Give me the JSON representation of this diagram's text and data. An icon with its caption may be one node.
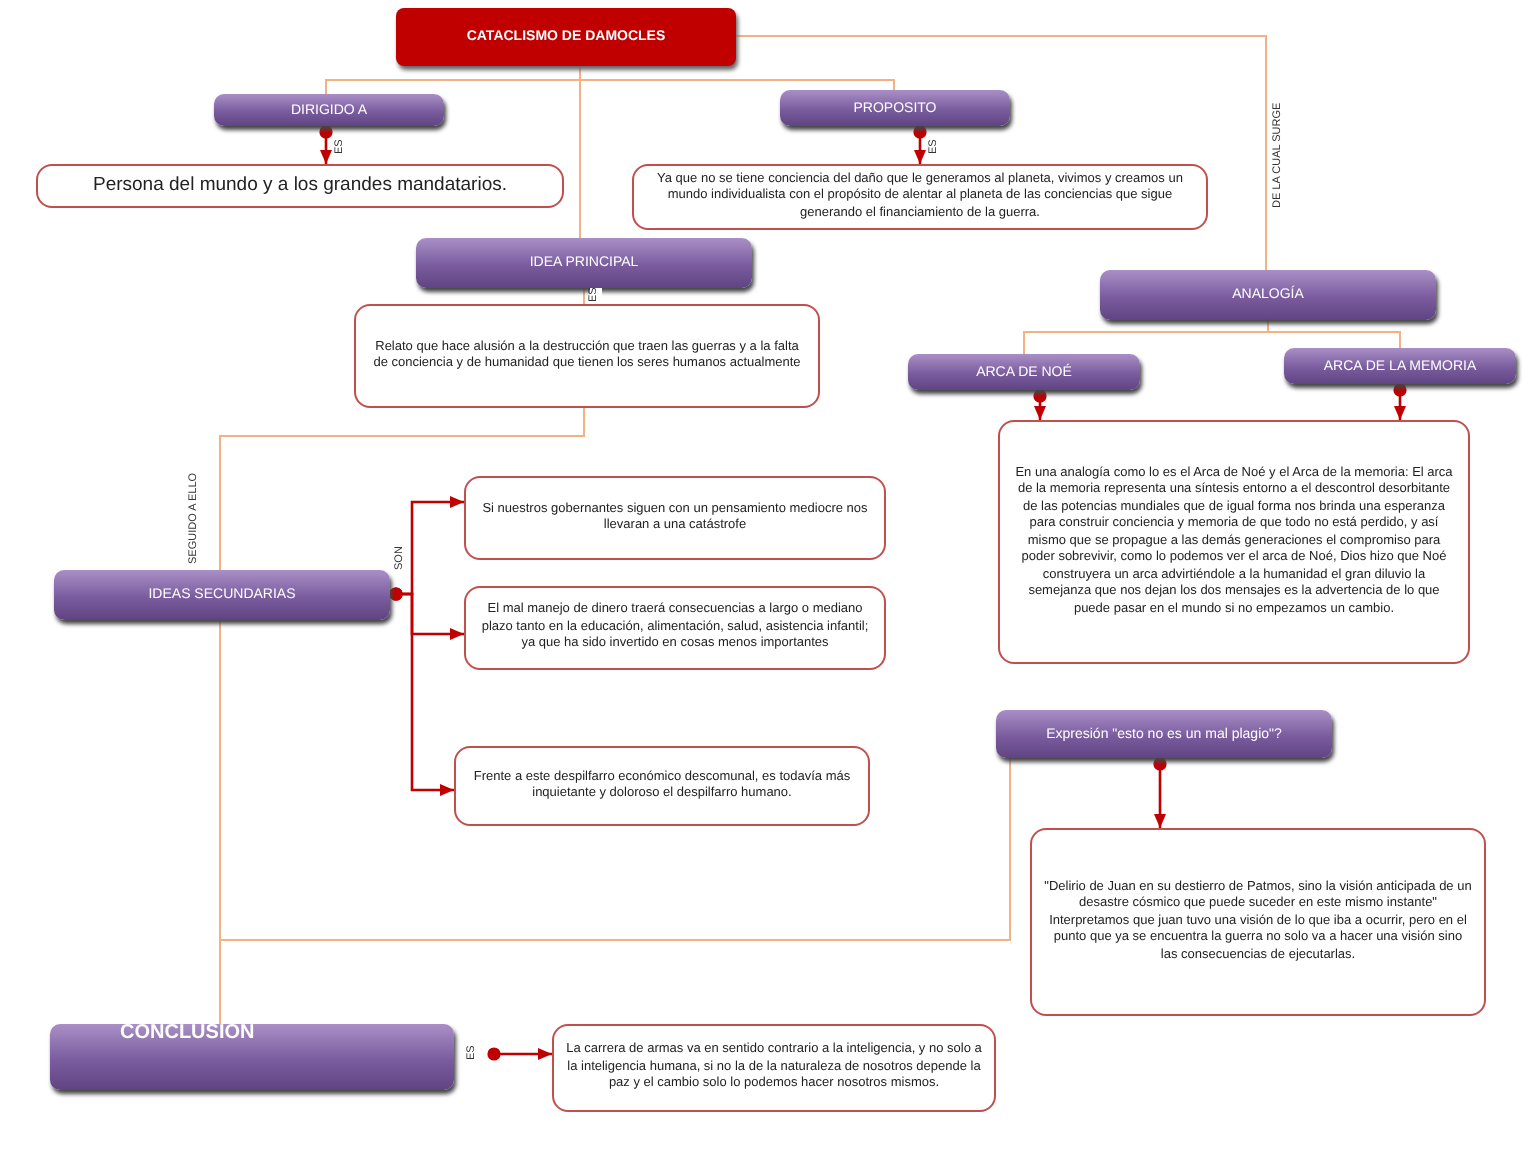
{
  "diagram": {
    "nodes": [
      {
        "text": [
          "CATACLISMO DE DAMOCLES"
        ]
      },
      {
        "text": [
          "DIRIGIDO A"
        ]
      },
      {
        "text": [
          "Persona del mundo y a los grandes mandatarios."
        ]
      },
      {
        "text": [
          "PROPOSITO"
        ]
      },
      {
        "text": [
          "Ya que no se tiene conciencia del daño que le generamos al planeta, vivimos y creamos un mundo individualista con el propósito de alentar al planeta de las conciencias que sigue generando el financiamiento de la guerra."
        ]
      },
      {
        "text": [
          "IDEA PRINCIPAL"
        ]
      },
      {
        "text": [
          "Relato que hace alusión a la destrucción que traen las guerras y a la falta de conciencia y de humanidad que tienen los seres humanos actualmente"
        ]
      },
      {
        "text": [
          "ANALOGÍA"
        ]
      },
      {
        "text": [
          "ARCA DE NOÉ"
        ]
      },
      {
        "text": [
          "ARCA DE LA MEMORIA"
        ]
      },
      {
        "text": [
          "En una analogía como lo es el Arca de Noé y el Arca de la memoria: El arca de la memoria representa una síntesis entorno a el descontrol desorbitante de las potencias mundiales que de igual forma nos brinda una esperanza para construir conciencia y memoria de que todo no está perdido, y así mismo que se propague a las demás generaciones el compromiso para poder sobrevivir, como lo podemos ver el arca de Noé, Dios hizo que Noé construyera un arca advirtiéndole a la humanidad el gran diluvio la semejanza que nos dejan los dos mensajes es la advertencia de lo que puede pasar en el mundo si no empezamos un cambio."
        ]
      },
      {
        "text": [
          "IDEAS SECUNDARIAS"
        ]
      },
      {
        "text": [
          "Si nuestros gobernantes siguen con un pensamiento mediocre nos llevaran a una catástrofe"
        ]
      },
      {
        "text": [
          "El mal manejo de dinero traerá consecuencias a largo o mediano plazo tanto en la educación, alimentación, salud, asistencia infantil; ya que ha sido invertido en cosas menos importantes"
        ]
      },
      {
        "text": [
          "Frente a este despilfarro económico descomunal, es todavía más inquietante y doloroso el despilfarro humano."
        ]
      },
      {
        "text": [
          "Expresión \"esto no es un mal plagio\"?"
        ]
      },
      {
        "text": [
          "\"Delirio de Juan en su destierro de Patmos, sino la visión anticipada de un desastre cósmico que puede suceder en este mismo instante\" Interpretamos que juan tuvo una visión de lo que iba a ocurrir, pero en el punto que ya se encuentra la guerra no solo va a hacer una visión sino las consecuencias de ejecutarlas."
        ]
      },
      {
        "text": [
          "CONCLUSION"
        ]
      },
      {
        "text": [
          "La carrera de armas va en sentido contrario a la inteligencia, y no solo a la inteligencia humana, si no la de la naturaleza de nosotros depende la paz y el cambio solo lo podemos hacer nosotros mismos."
        ]
      }
    ],
    "edges": [
      {
        "from": 0,
        "to": 1,
        "arrow": "none"
      },
      {
        "from": 0,
        "to": 3,
        "arrow": "none"
      },
      {
        "from": 0,
        "to": 5,
        "arrow": "none"
      },
      {
        "from": 0,
        "to": 7,
        "arrow": "none",
        "label": "DE LA CUAL SURGE"
      },
      {
        "from": 1,
        "to": 2,
        "arrow": "to",
        "label": "ES",
        "color": "#c00000"
      },
      {
        "from": 3,
        "to": 4,
        "arrow": "to",
        "label": "ES",
        "color": "#c00000"
      },
      {
        "from": 5,
        "to": 6,
        "arrow": "none",
        "label": "ES"
      },
      {
        "from": 7,
        "to": 8,
        "arrow": "none"
      },
      {
        "from": 7,
        "to": 9,
        "arrow": "none"
      },
      {
        "from": 8,
        "to": 10,
        "arrow": "to",
        "color": "#c00000"
      },
      {
        "from": 9,
        "to": 10,
        "arrow": "to",
        "color": "#c00000"
      },
      {
        "from": 6,
        "to": 11,
        "arrow": "none",
        "label": "SEGUIDO A ELLO"
      },
      {
        "from": 11,
        "to": 17,
        "arrow": "none"
      },
      {
        "from": 15,
        "to": 17,
        "arrow": "none"
      },
      {
        "from": 11,
        "to": 12,
        "arrow": "to",
        "label": "SON",
        "color": "#c00000"
      },
      {
        "from": 11,
        "to": 13,
        "arrow": "to",
        "color": "#c00000"
      },
      {
        "from": 11,
        "to": 14,
        "arrow": "to",
        "color": "#c00000"
      },
      {
        "from": 15,
        "to": 16,
        "arrow": "to",
        "color": "#c00000"
      },
      {
        "from": 17,
        "to": 18,
        "arrow": "to",
        "label": "ES",
        "color": "#c00000"
      }
    ]
  }
}
